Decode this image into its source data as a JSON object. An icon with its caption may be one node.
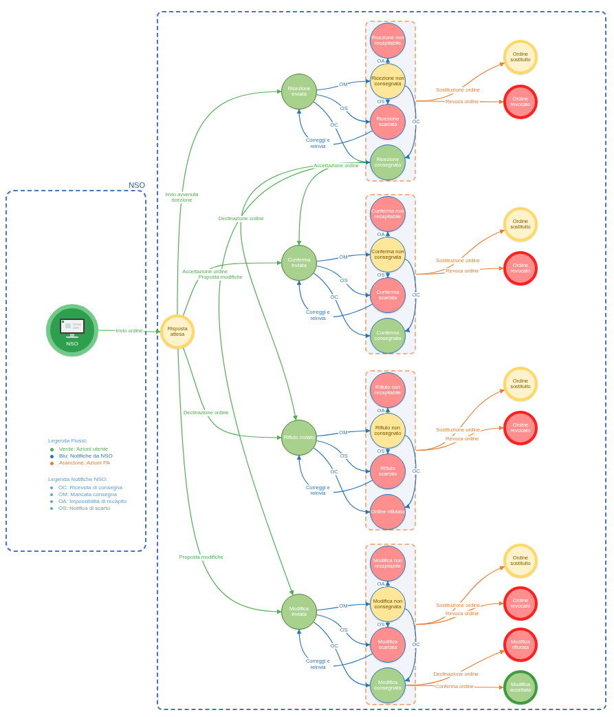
{
  "diagram": {
    "nodes": [
      {
        "text": [
          "NSO"
        ]
      },
      {
        "text": [
          "NSO"
        ],
        "in": 0
      },
      {
        "text": [],
        "shape": "box"
      },
      {
        "text": [
          "Risposta attesa"
        ],
        "in": 2
      },
      {
        "text": [
          "Ricezione inviata"
        ],
        "in": 2
      },
      {
        "text": [],
        "shape": "box",
        "in": 2
      },
      {
        "text": [
          "Ricezione non recapitabile"
        ],
        "in": 5
      },
      {
        "text": [
          "Ricezione non consegnata"
        ],
        "in": 5
      },
      {
        "text": [
          "Ricezione scartata"
        ],
        "in": 5
      },
      {
        "text": [
          "Ricezione consegnata"
        ],
        "in": 5
      },
      {
        "text": [
          "Ordine sostituito"
        ],
        "in": 2
      },
      {
        "text": [
          "Ordine revocato"
        ],
        "in": 2
      },
      {
        "text": [
          "Conferma inviata"
        ],
        "in": 2
      },
      {
        "text": [],
        "shape": "box",
        "in": 2
      },
      {
        "text": [
          "Conferma non recapitabile"
        ],
        "in": 13
      },
      {
        "text": [
          "Conferma non consegnata"
        ],
        "in": 13
      },
      {
        "text": [
          "Conferma scartata"
        ],
        "in": 13
      },
      {
        "text": [
          "Conferma consegnata"
        ],
        "in": 13
      },
      {
        "text": [
          "Ordine sostituito"
        ],
        "in": 2
      },
      {
        "text": [
          "Ordine revocato"
        ],
        "in": 2
      },
      {
        "text": [
          "Rifiuto inviato"
        ],
        "in": 2
      },
      {
        "text": [],
        "shape": "box",
        "in": 2
      },
      {
        "text": [
          "Rifiuto non recapitabile"
        ],
        "in": 21
      },
      {
        "text": [
          "Rifiuto non consegnato"
        ],
        "in": 21
      },
      {
        "text": [
          "Rifiuto scartato"
        ],
        "in": 21
      },
      {
        "text": [
          "Ordine rifiutato"
        ],
        "in": 21
      },
      {
        "text": [
          "Ordine sostituito"
        ],
        "in": 2
      },
      {
        "text": [
          "Ordine revocato"
        ],
        "in": 2
      },
      {
        "text": [
          "Modifica inviata"
        ],
        "in": 2
      },
      {
        "text": [],
        "shape": "box",
        "in": 2
      },
      {
        "text": [
          "Modifica non recapitabile"
        ],
        "in": 29
      },
      {
        "text": [
          "Modifica non consegnata"
        ],
        "in": 29
      },
      {
        "text": [
          "Modifica scartata"
        ],
        "in": 29
      },
      {
        "text": [
          "Modifica consegnata"
        ],
        "in": 29
      },
      {
        "text": [
          "Ordine sostituito"
        ],
        "in": 2
      },
      {
        "text": [
          "Ordine revocato"
        ],
        "in": 2
      },
      {
        "text": [
          "Modifica rifiutata"
        ],
        "in": 2
      },
      {
        "text": [
          "Modifica accettata"
        ],
        "in": 2
      }
    ],
    "edges": [
      {
        "from": 1,
        "to": 3,
        "label": "Invio ordine",
        "arrow": "to",
        "color": "#4caf50"
      },
      {
        "from": 3,
        "to": 4,
        "label": "Invio avvenuta ricezione",
        "arrow": "to",
        "color": "#4caf50"
      },
      {
        "from": 3,
        "to": 12,
        "label": "Accettazione ordine",
        "arrow": "to",
        "color": "#4caf50"
      },
      {
        "from": 3,
        "to": 20,
        "label": "Declinazione ordine",
        "arrow": "to",
        "color": "#4caf50"
      },
      {
        "from": 3,
        "to": 28,
        "label": "Proposta modifiche",
        "arrow": "to",
        "color": "#4caf50"
      },
      {
        "from": 9,
        "to": 12,
        "label": "Accettazione ordine",
        "arrow": "to",
        "color": "#4caf50"
      },
      {
        "from": 9,
        "to": 20,
        "label": "Declinazione ordine",
        "arrow": "to",
        "color": "#4caf50"
      },
      {
        "from": 9,
        "to": 28,
        "label": "Proposta modifiche",
        "arrow": "to",
        "color": "#4caf50"
      },
      {
        "from": 4,
        "to": 7,
        "label": "OM",
        "arrow": "to"
      },
      {
        "from": 4,
        "to": 8,
        "label": "OS",
        "arrow": "to"
      },
      {
        "from": 4,
        "to": 9,
        "label": "OC",
        "arrow": "to"
      },
      {
        "from": 7,
        "to": 6,
        "label": "OA",
        "arrow": "to"
      },
      {
        "from": 7,
        "to": 8,
        "label": "OS",
        "arrow": "to"
      },
      {
        "from": 7,
        "to": 9,
        "label": "OC",
        "arrow": "to"
      },
      {
        "from": 8,
        "to": 4,
        "label": "Correggi e reinvia",
        "arrow": "to"
      },
      {
        "from": 5,
        "to": 10,
        "label": "Sostituzione ordine",
        "arrow": "to",
        "color": "#ed7d31"
      },
      {
        "from": 5,
        "to": 11,
        "label": "Revoca ordine",
        "arrow": "to",
        "color": "#ed7d31"
      },
      {
        "from": 12,
        "to": 15,
        "label": "OM",
        "arrow": "to"
      },
      {
        "from": 12,
        "to": 16,
        "label": "OS",
        "arrow": "to"
      },
      {
        "from": 12,
        "to": 17,
        "label": "OC",
        "arrow": "to"
      },
      {
        "from": 15,
        "to": 14,
        "label": "OA",
        "arrow": "to"
      },
      {
        "from": 15,
        "to": 16,
        "label": "OS",
        "arrow": "to"
      },
      {
        "from": 15,
        "to": 17,
        "label": "OC",
        "arrow": "to"
      },
      {
        "from": 16,
        "to": 12,
        "label": "Correggi e reinvia",
        "arrow": "to"
      },
      {
        "from": 13,
        "to": 18,
        "label": "Sostituzione ordine",
        "arrow": "to",
        "color": "#ed7d31"
      },
      {
        "from": 13,
        "to": 19,
        "label": "Revoca ordine",
        "arrow": "to",
        "color": "#ed7d31"
      },
      {
        "from": 20,
        "to": 23,
        "label": "OM",
        "arrow": "to"
      },
      {
        "from": 20,
        "to": 24,
        "label": "OS",
        "arrow": "to"
      },
      {
        "from": 20,
        "to": 25,
        "label": "OC",
        "arrow": "to"
      },
      {
        "from": 23,
        "to": 22,
        "label": "OA",
        "arrow": "to"
      },
      {
        "from": 23,
        "to": 24,
        "label": "OS",
        "arrow": "to"
      },
      {
        "from": 23,
        "to": 25,
        "label": "OC",
        "arrow": "to"
      },
      {
        "from": 24,
        "to": 20,
        "label": "Correggi e reinvia",
        "arrow": "to"
      },
      {
        "from": 21,
        "to": 26,
        "label": "Sostituzione ordine",
        "arrow": "to",
        "color": "#ed7d31"
      },
      {
        "from": 21,
        "to": 27,
        "label": "Revoca ordine",
        "arrow": "to",
        "color": "#ed7d31"
      },
      {
        "from": 28,
        "to": 31,
        "label": "OM",
        "arrow": "to"
      },
      {
        "from": 28,
        "to": 32,
        "label": "OS",
        "arrow": "to"
      },
      {
        "from": 28,
        "to": 33,
        "label": "OC",
        "arrow": "to"
      },
      {
        "from": 31,
        "to": 30,
        "label": "OA",
        "arrow": "to"
      },
      {
        "from": 31,
        "to": 32,
        "label": "OS",
        "arrow": "to"
      },
      {
        "from": 31,
        "to": 33,
        "label": "OC",
        "arrow": "to"
      },
      {
        "from": 32,
        "to": 28,
        "label": "Correggi e reinvia",
        "arrow": "to"
      },
      {
        "from": 29,
        "to": 34,
        "label": "Sostituzione ordine",
        "arrow": "to",
        "color": "#ed7d31"
      },
      {
        "from": 29,
        "to": 35,
        "label": "Revoca ordine",
        "arrow": "to",
        "color": "#ed7d31"
      },
      {
        "from": 33,
        "to": 36,
        "label": "Declinazione ordine",
        "arrow": "to",
        "color": "#ed7d31"
      },
      {
        "from": 33,
        "to": 37,
        "label": "Conferma ordine",
        "arrow": "to",
        "color": "#ed7d31"
      }
    ],
    "labels": [
      "Legenda Flussi:",
      "Legenda Notifiche NSO:",
      "OC: Ricevuta di consegna",
      "OM: Mancata consegna",
      "OA: Impossibilità di recapito",
      "OS: Notifica di scarto"
    ],
    "legend": [
      {
        "text": "Verde: Azioni utente",
        "color": "#4caf50"
      },
      {
        "text": "Blu: Notifiche da NSO",
        "color": "#2e75b6"
      },
      {
        "text": "Arancione: Azioni PA",
        "color": "#ed7d31"
      }
    ]
  }
}
